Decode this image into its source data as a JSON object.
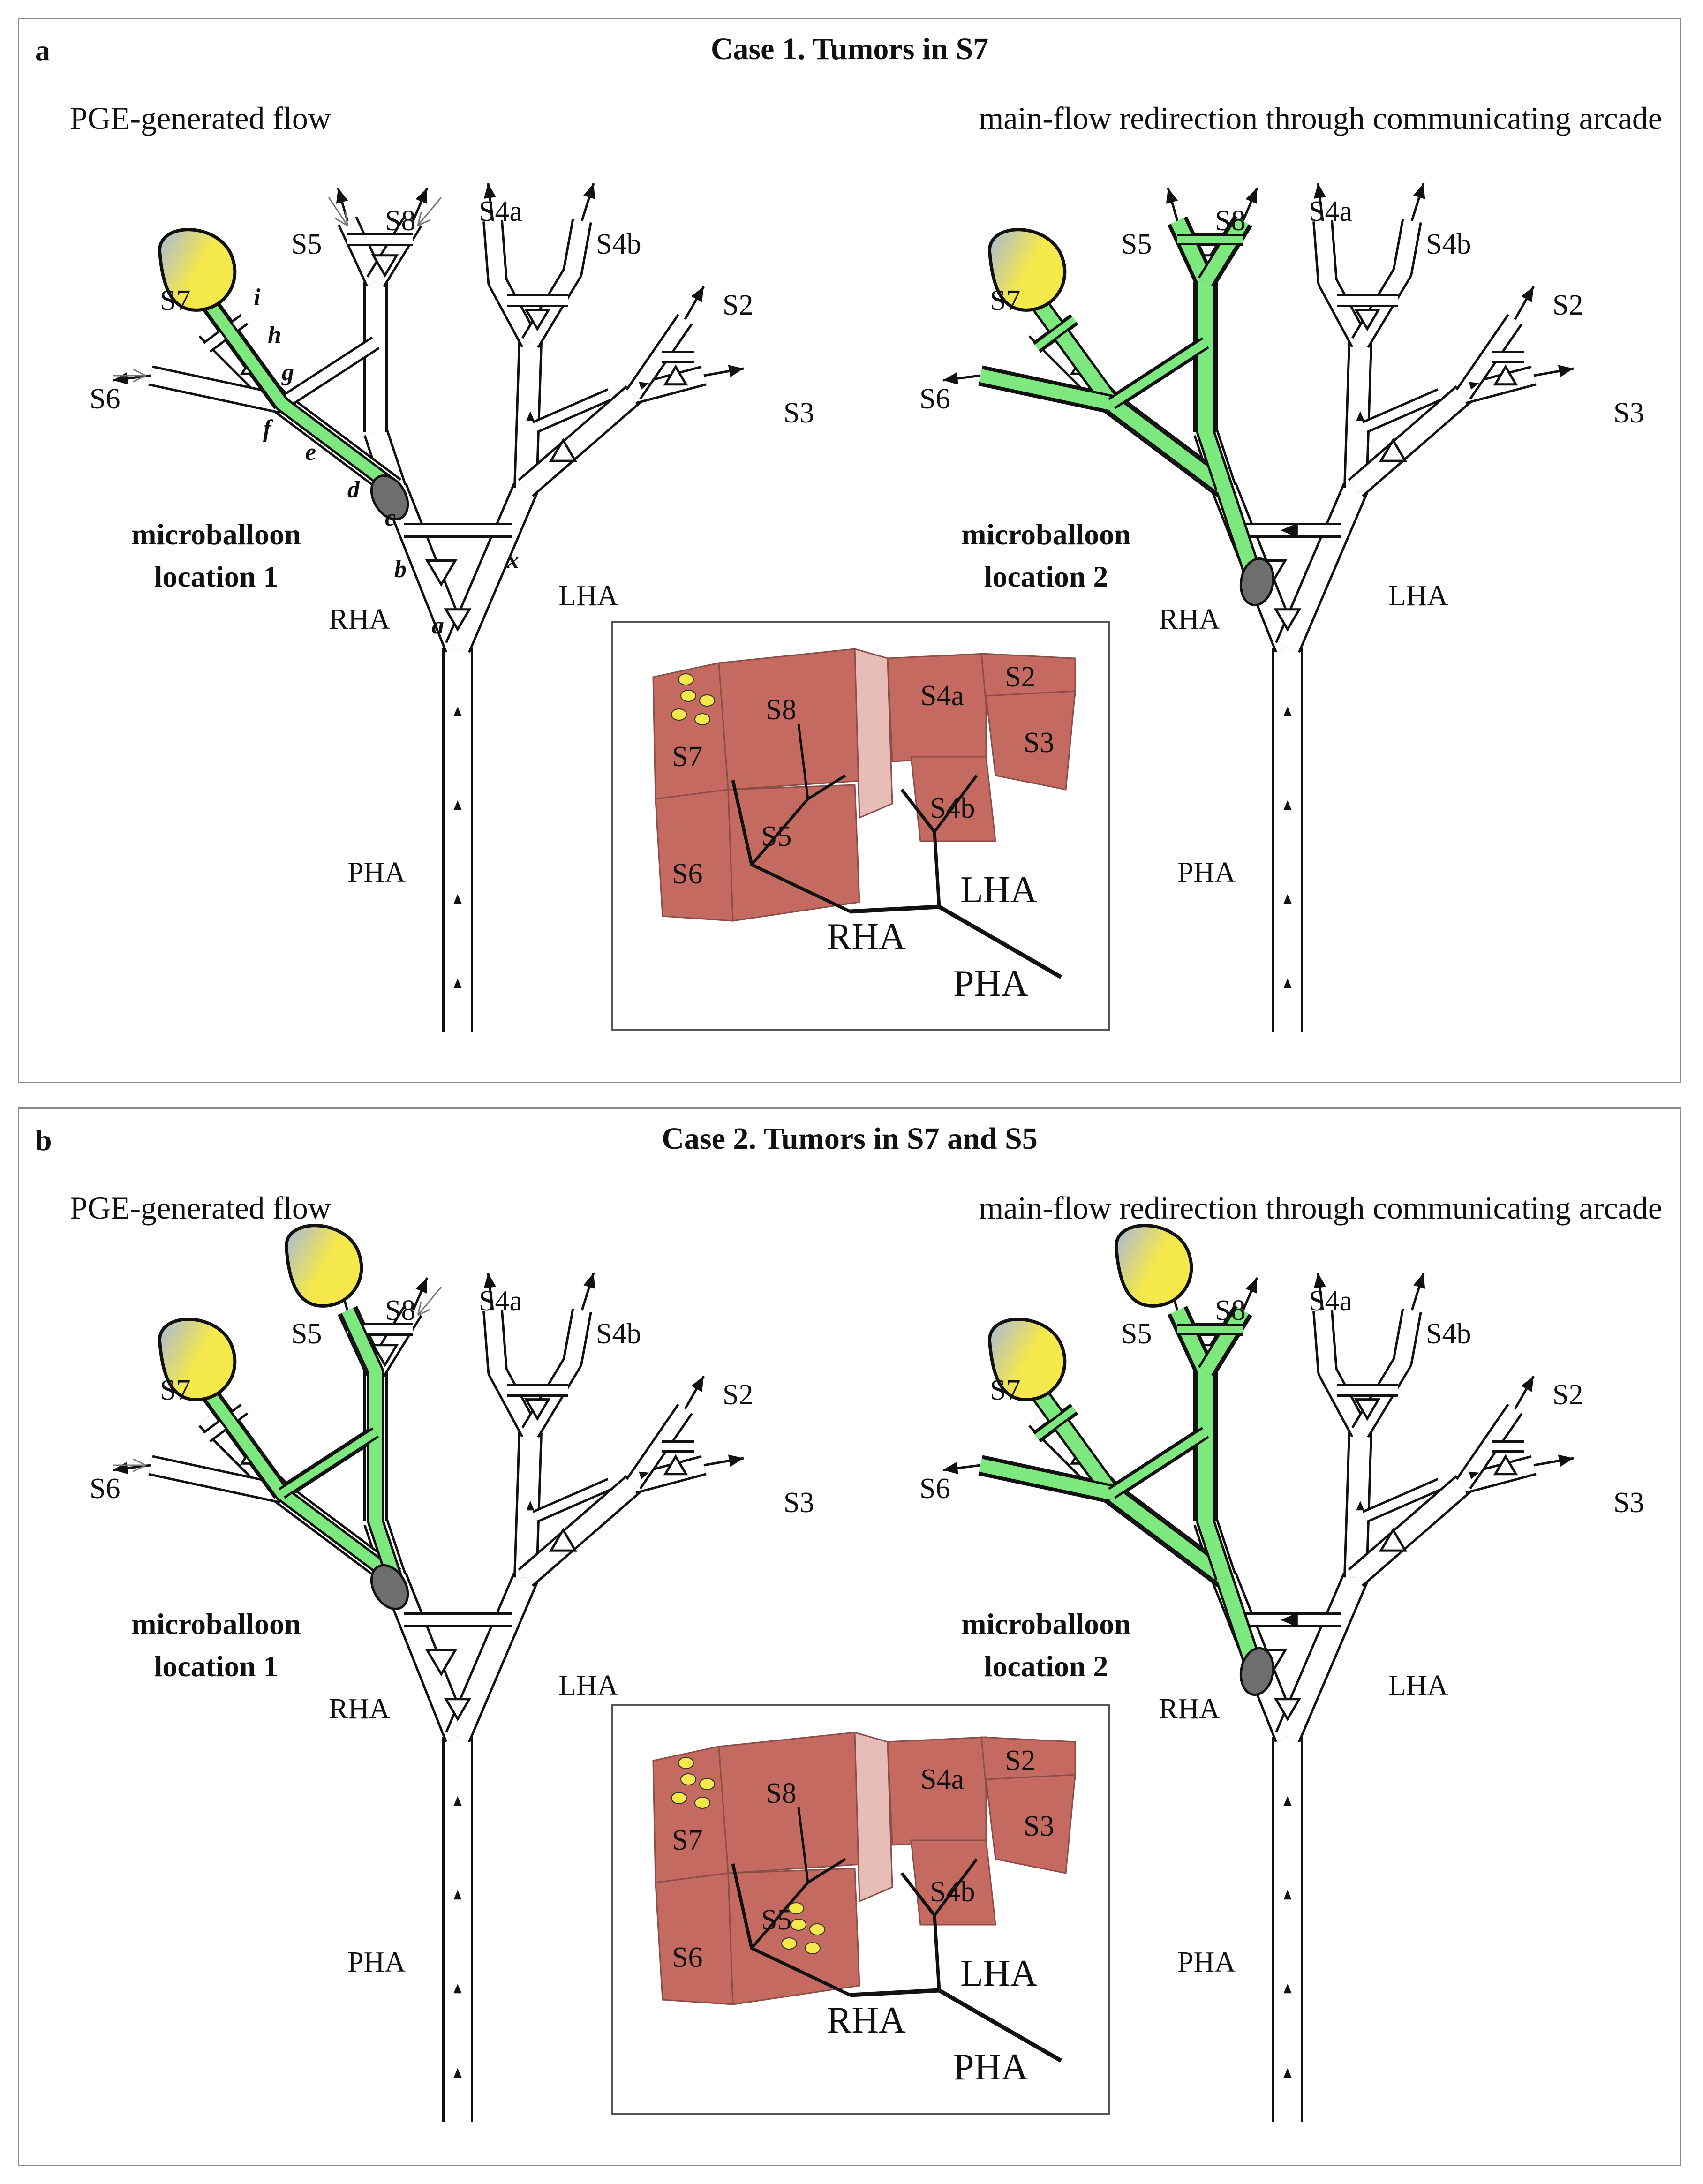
{
  "panels": [
    {
      "label": "a",
      "title": "Case 1. Tumors in S7",
      "left_subtitle": "PGE-generated flow",
      "right_subtitle": "main-flow redirection through communicating arcade",
      "left_balloon": [
        "microballoon",
        "location 1"
      ],
      "right_balloon": [
        "microballoon",
        "location 2"
      ],
      "flow_letters": [
        "a",
        "b",
        "c",
        "d",
        "e",
        "f",
        "g",
        "h",
        "i",
        "x"
      ],
      "liver_tumor_segments": [
        "S7"
      ]
    },
    {
      "label": "b",
      "title": "Case 2. Tumors in S7 and S5",
      "left_subtitle": "PGE-generated flow",
      "right_subtitle": "main-flow redirection through communicating arcade",
      "left_balloon": [
        "microballoon",
        "location 1"
      ],
      "right_balloon": [
        "microballoon",
        "location 2"
      ],
      "flow_letters": [],
      "liver_tumor_segments": [
        "S7",
        "S5"
      ]
    }
  ],
  "segments": {
    "s2": "S2",
    "s3": "S3",
    "s4a": "S4a",
    "s4b": "S4b",
    "s5": "S5",
    "s6": "S6",
    "s7": "S7",
    "s8": "S8"
  },
  "arteries": {
    "rha": "RHA",
    "lha": "LHA",
    "pha": "PHA"
  },
  "colors": {
    "flow_green": "#7de87d",
    "balloon_gray": "#6e6e6e",
    "tumor_yellow": "#f5e84a",
    "tumor_blue": "#a7b8dc",
    "liver_dark": "#c56a60",
    "liver_light": "#e8bcb6",
    "frame_gray": "#8a8a8a"
  }
}
